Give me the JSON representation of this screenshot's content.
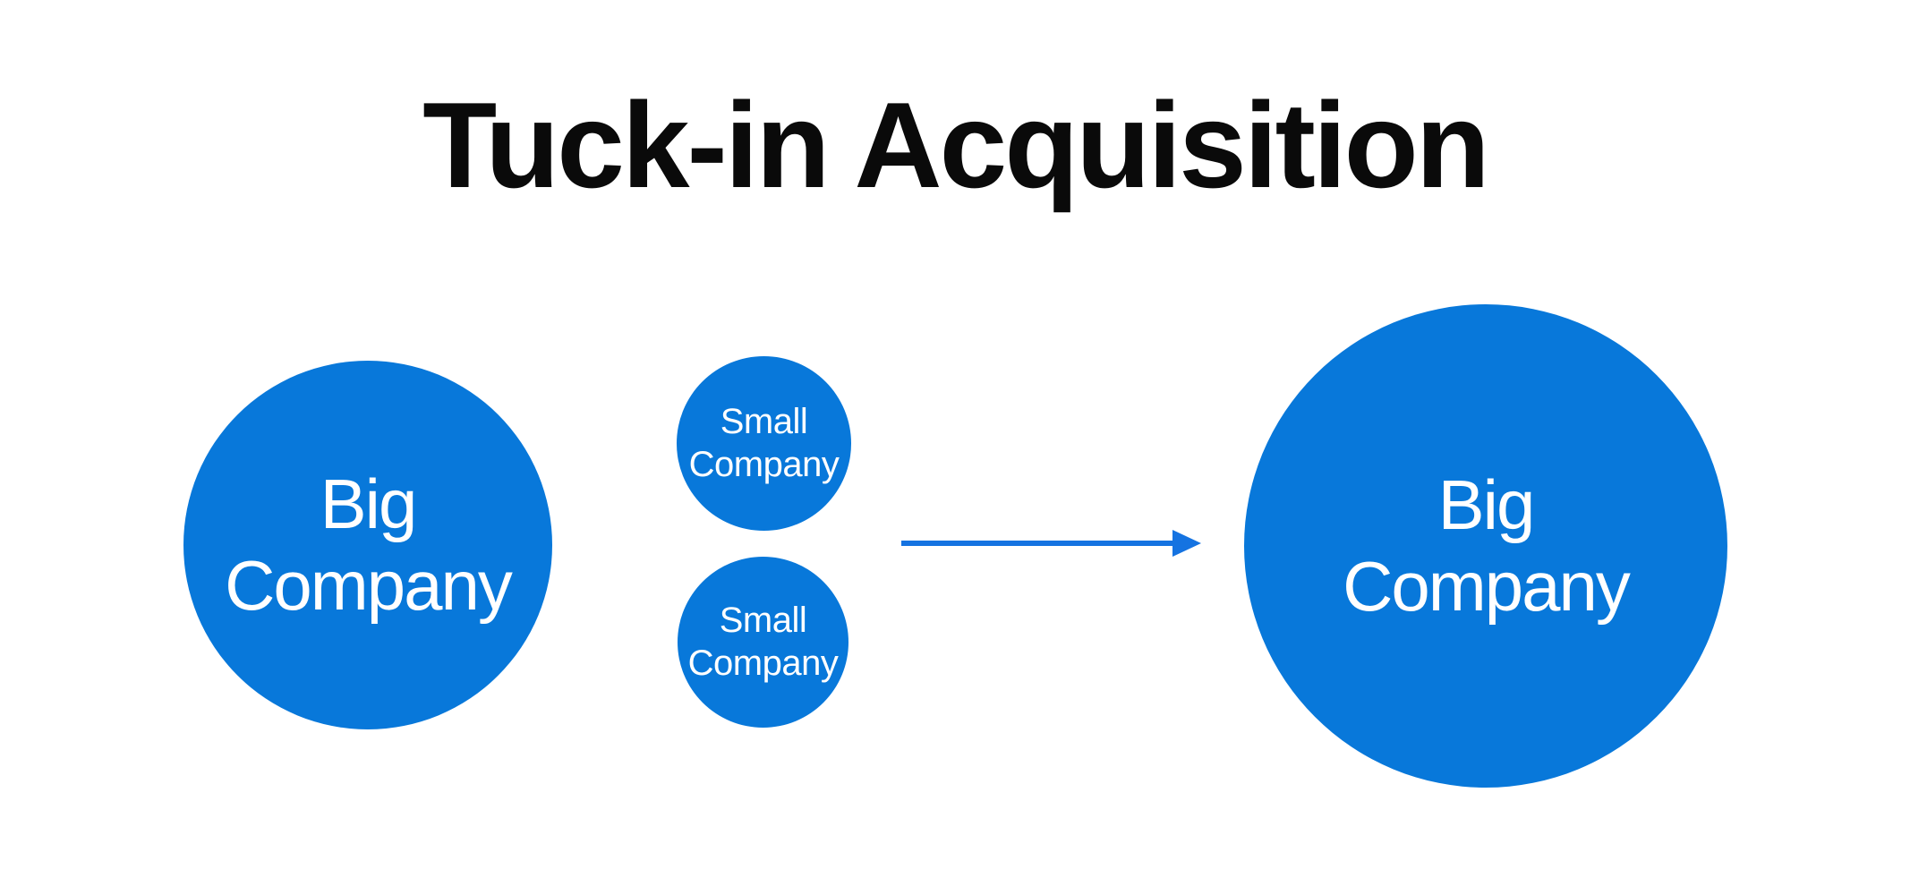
{
  "title": "Tuck-in Acquisition",
  "colors": {
    "background": "#ffffff",
    "title_text": "#0a0a0a",
    "circle_fill": "#0878da",
    "circle_text": "#ffffff",
    "arrow": "#1573e1"
  },
  "diagram": {
    "before": {
      "big_circle": {
        "label": "Big\nCompany"
      },
      "small_circles": [
        {
          "label": "Small\nCompany"
        },
        {
          "label": "Small\nCompany"
        }
      ]
    },
    "arrow": {
      "direction": "right"
    },
    "after": {
      "big_circle": {
        "label": "Big\nCompany"
      }
    }
  }
}
